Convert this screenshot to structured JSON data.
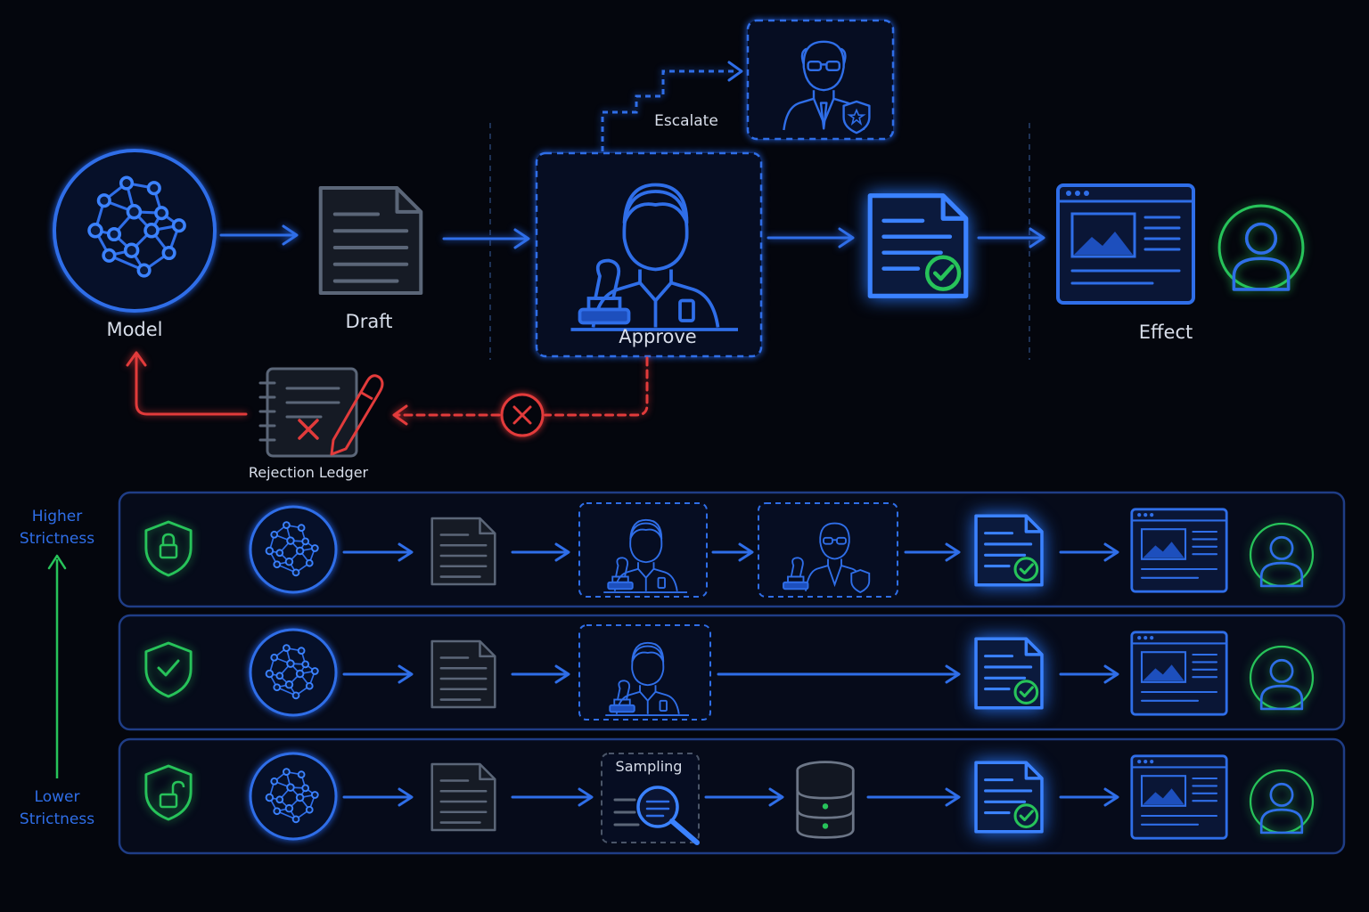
{
  "top_flow": {
    "model_label": "Model",
    "draft_label": "Draft",
    "approve_label": "Approve",
    "escalate_label": "Escalate",
    "effect_label": "Effect",
    "rejection_label": "Rejection Ledger"
  },
  "strictness_axis": {
    "higher": [
      "Higher",
      "Strictness"
    ],
    "lower": [
      "Lower",
      "Strictness"
    ]
  },
  "tiers": [
    {
      "shield": "lock-closed-icon",
      "stages": [
        "model",
        "draft",
        "approve",
        "escalate-approve",
        "approved-doc",
        "effect",
        "user"
      ]
    },
    {
      "shield": "check-icon",
      "stages": [
        "model",
        "draft",
        "approve",
        "approved-doc",
        "effect",
        "user"
      ]
    },
    {
      "shield": "lock-open-icon",
      "sampling_label": "Sampling",
      "stages": [
        "model",
        "draft",
        "sampling",
        "database",
        "approved-doc",
        "effect",
        "user"
      ]
    }
  ],
  "colors": {
    "blue": "#2f6ee8",
    "bright_blue": "#3b82ff",
    "green": "#27c35a",
    "red": "#e23b3b",
    "gray": "#5b6678"
  }
}
